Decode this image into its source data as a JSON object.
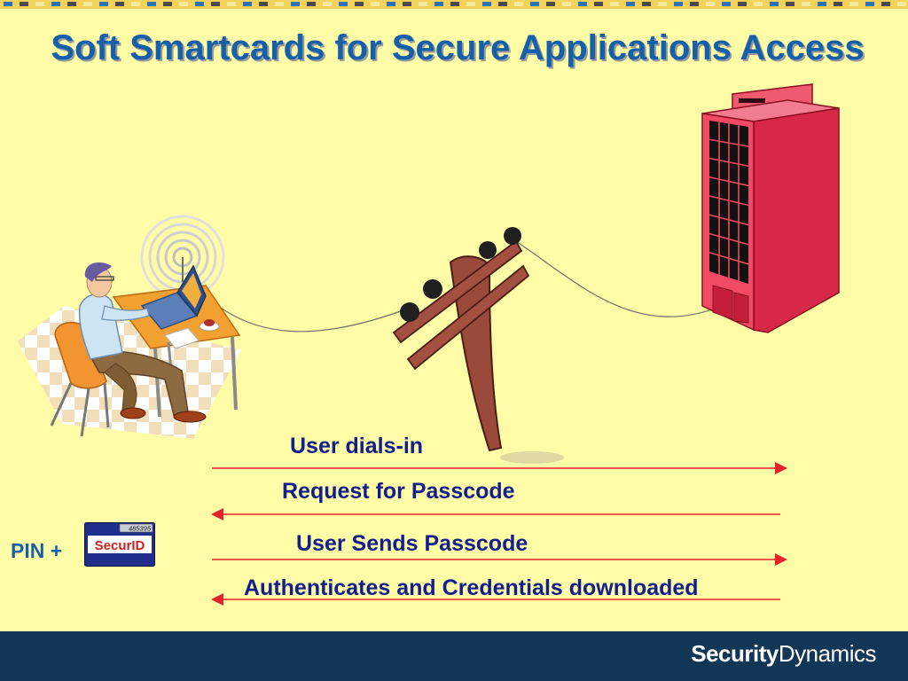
{
  "slide": {
    "title": "Soft Smartcards for Secure Applications Access",
    "background_color": "#FFFCA8",
    "title_color": "#1560A8",
    "text_color": "#121E8C",
    "arrow_color": "#E8202A"
  },
  "messages": [
    {
      "text": "User dials-in",
      "direction": "to-server"
    },
    {
      "text": "Request for Passcode",
      "direction": "to-user"
    },
    {
      "text": "User Sends Passcode",
      "direction": "to-server"
    },
    {
      "text": "Authenticates and Credentials downloaded",
      "direction": "to-user"
    }
  ],
  "pin": {
    "label": "PIN +",
    "token_brand": "SecurID",
    "token_number": "485395"
  },
  "illustrations": {
    "user": "person-at-laptop-icon",
    "pole": "telephone-pole-icon",
    "server": "office-building-icon",
    "signal": "wireless-signal-icon"
  },
  "footer": {
    "brand_bold": "Security",
    "brand_light": "Dynamics",
    "color": "#123656"
  }
}
